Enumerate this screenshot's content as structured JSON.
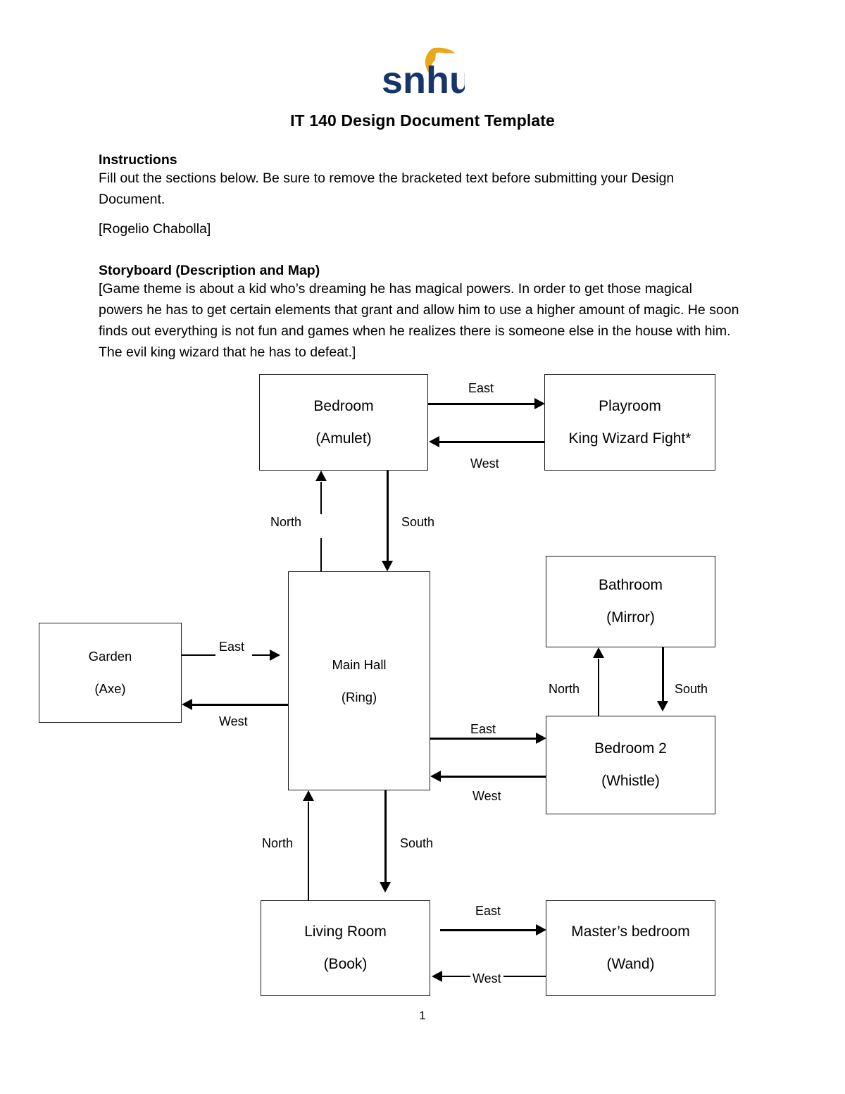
{
  "logo": {
    "wordmark": "snhu",
    "wordmark_color": "#17356B",
    "flame_color": "#E9A81C",
    "alt": "snhu-logo"
  },
  "document": {
    "title": "IT 140 Design Document Template",
    "page_number": "1"
  },
  "sections": {
    "instructions": {
      "heading": "Instructions",
      "body": "Fill out the sections below. Be sure to remove the bracketed text before submitting your Design Document."
    },
    "author": "[Rogelio Chabolla]",
    "storyboard": {
      "heading": "Storyboard (Description and Map)",
      "body": "[Game theme is about a kid who’s dreaming he has magical powers. In order to get those magical powers he has to get certain elements that grant and allow him to use a higher amount of magic. He soon finds out everything is not fun and games when he realizes there is someone else in the house with him. The evil king wizard that he has to defeat.]"
    }
  },
  "map": {
    "rooms": [
      {
        "id": "bedroom",
        "name": "Bedroom",
        "item": "(Amulet)"
      },
      {
        "id": "playroom",
        "name": "Playroom",
        "item": "King Wizard Fight*"
      },
      {
        "id": "main-hall",
        "name": "Main Hall",
        "item": "(Ring)"
      },
      {
        "id": "garden",
        "name": "Garden",
        "item": "(Axe)"
      },
      {
        "id": "bathroom",
        "name": "Bathroom",
        "item": "(Mirror)"
      },
      {
        "id": "bedroom-2",
        "name": "Bedroom 2",
        "item": "(Whistle)"
      },
      {
        "id": "living-room",
        "name": "Living Room",
        "item": "(Book)"
      },
      {
        "id": "masters-bedroom",
        "name": "Master’s bedroom",
        "item": "(Wand)"
      }
    ],
    "edges": [
      {
        "id": "bedroom-east-playroom",
        "label": "East",
        "from": "bedroom",
        "to": "playroom"
      },
      {
        "id": "playroom-west-bedroom",
        "label": "West",
        "from": "playroom",
        "to": "bedroom"
      },
      {
        "id": "mainhall-north-bedroom",
        "label": "North",
        "from": "main-hall",
        "to": "bedroom"
      },
      {
        "id": "bedroom-south-mainhall",
        "label": "South",
        "from": "bedroom",
        "to": "main-hall"
      },
      {
        "id": "garden-east-mainhall",
        "label": "East",
        "from": "garden",
        "to": "main-hall"
      },
      {
        "id": "mainhall-west-garden",
        "label": "West",
        "from": "main-hall",
        "to": "garden"
      },
      {
        "id": "mainhall-east-bedroom2",
        "label": "East",
        "from": "main-hall",
        "to": "bedroom-2"
      },
      {
        "id": "bedroom2-west-mainhall",
        "label": "West",
        "from": "bedroom-2",
        "to": "main-hall"
      },
      {
        "id": "bedroom2-north-bathroom",
        "label": "North",
        "from": "bedroom-2",
        "to": "bathroom"
      },
      {
        "id": "bathroom-south-bedroom2",
        "label": "South",
        "from": "bathroom",
        "to": "bedroom-2"
      },
      {
        "id": "livingroom-north-mainhall",
        "label": "North",
        "from": "living-room",
        "to": "main-hall"
      },
      {
        "id": "mainhall-south-livingroom",
        "label": "South",
        "from": "main-hall",
        "to": "living-room"
      },
      {
        "id": "livingroom-east-masters",
        "label": "East",
        "from": "living-room",
        "to": "masters-bedroom"
      },
      {
        "id": "masters-west-livingroom",
        "label": "West",
        "from": "masters-bedroom",
        "to": "living-room"
      }
    ]
  }
}
